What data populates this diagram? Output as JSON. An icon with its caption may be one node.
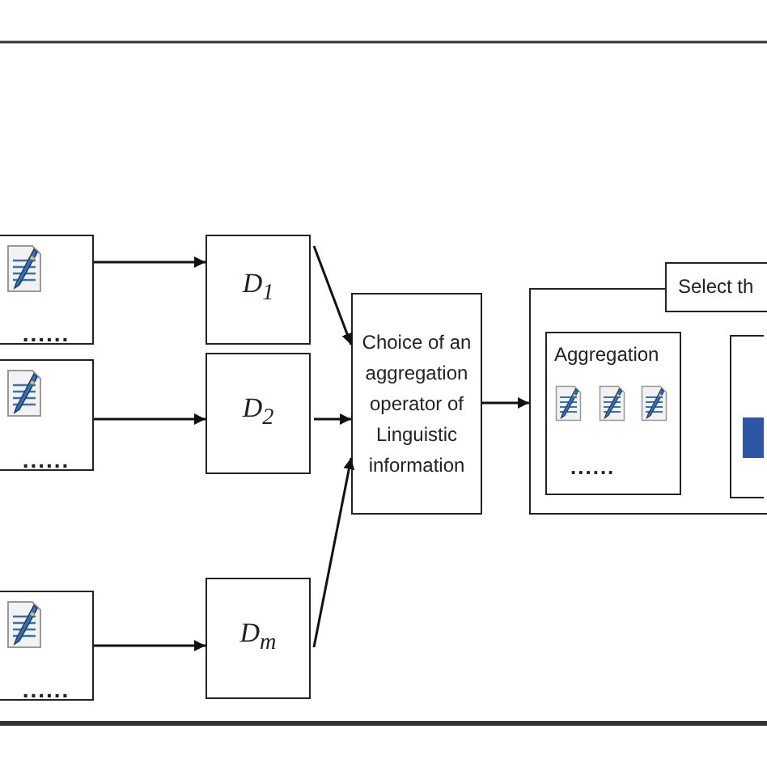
{
  "diagram": {
    "nodes": [
      {
        "text": [
          "......"
        ]
      },
      {
        "text": [
          "......"
        ]
      },
      {
        "text": [
          "......"
        ]
      },
      {
        "text": [
          "D$_{1}$"
        ]
      },
      {
        "text": [
          "D$_{2}$"
        ]
      },
      {
        "text": [
          "D$_{m}$"
        ]
      },
      {
        "text": [
          "Choice of an aggregation operator of Linguistic information"
        ]
      },
      {
        "text": [],
        "shape": "box"
      },
      {
        "text": [
          "Select th"
        ]
      },
      {
        "text": [
          "Aggregation",
          "......"
        ],
        "in": 7
      },
      {
        "text": [],
        "shape": "box",
        "in": 7
      }
    ],
    "edges": [
      {
        "from": 0,
        "to": 3,
        "arrow": "to"
      },
      {
        "from": 1,
        "to": 4,
        "arrow": "to"
      },
      {
        "from": 2,
        "to": 5,
        "arrow": "to"
      },
      {
        "from": 3,
        "to": 6,
        "arrow": "to"
      },
      {
        "from": 4,
        "to": 6,
        "arrow": "to"
      },
      {
        "from": 5,
        "to": 6,
        "arrow": "to"
      },
      {
        "from": 6,
        "to": 7,
        "arrow": "to"
      }
    ]
  }
}
